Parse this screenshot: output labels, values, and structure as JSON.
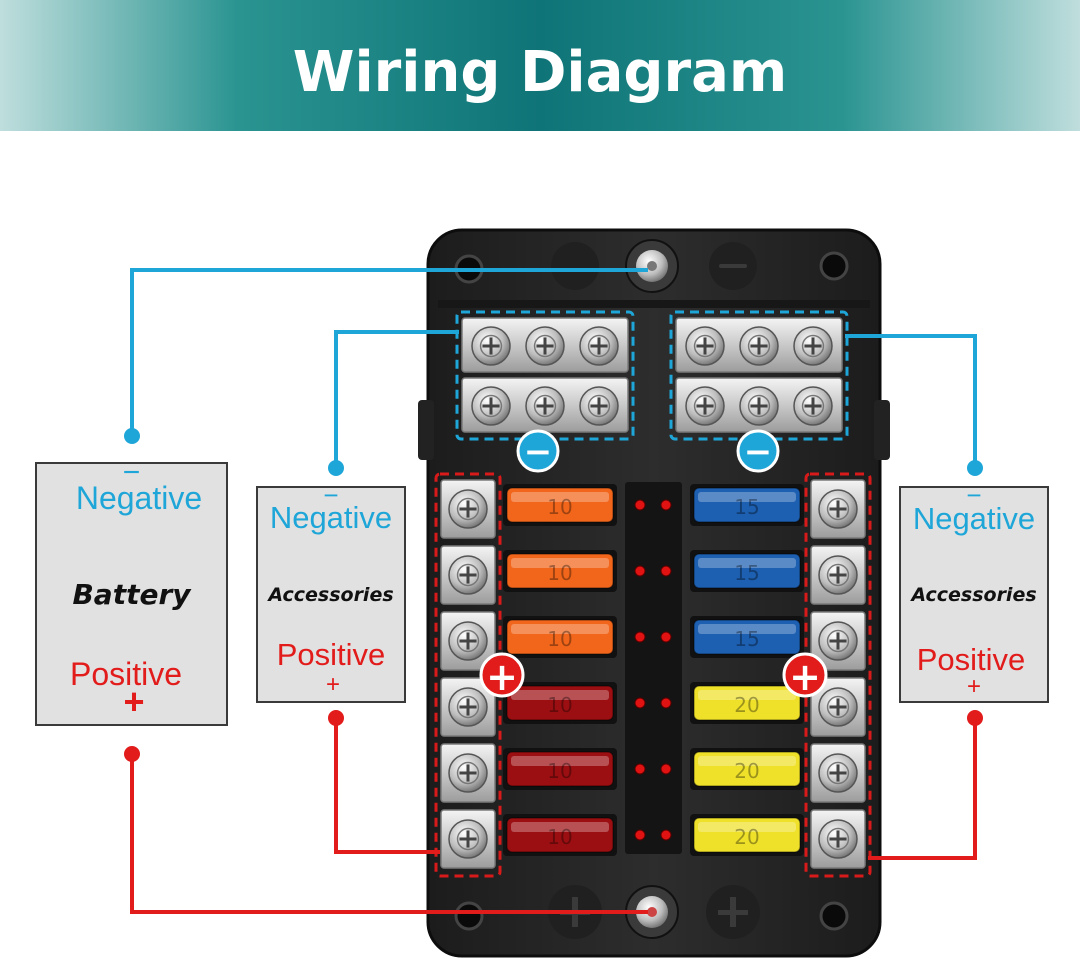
{
  "title": "Wiring Diagram",
  "battery": {
    "minus": "−",
    "negative": "Negative",
    "name": "Battery",
    "positive": "Positive",
    "plus": "+"
  },
  "acc_left": {
    "minus": "−",
    "negative": "Negative",
    "name": "Accessories",
    "positive": "Positive",
    "plus": "+"
  },
  "acc_right": {
    "minus": "−",
    "negative": "Negative",
    "name": "Accessories",
    "positive": "Positive",
    "plus": "+"
  },
  "bus_neg_symbol": "−",
  "bus_pos_symbol": "+",
  "fuses_left": [
    "10",
    "10",
    "10",
    "10",
    "10",
    "10"
  ],
  "fuses_right": [
    "15",
    "15",
    "15",
    "20",
    "20",
    "20"
  ],
  "colors": {
    "negative": "#1fa6d8",
    "positive": "#e21b1b",
    "banner": "#0f7477",
    "fuse_orange": "#f2661b",
    "fuse_red": "#9b0f12",
    "fuse_blue": "#1d5fb0",
    "fuse_yellow": "#efe12a"
  }
}
